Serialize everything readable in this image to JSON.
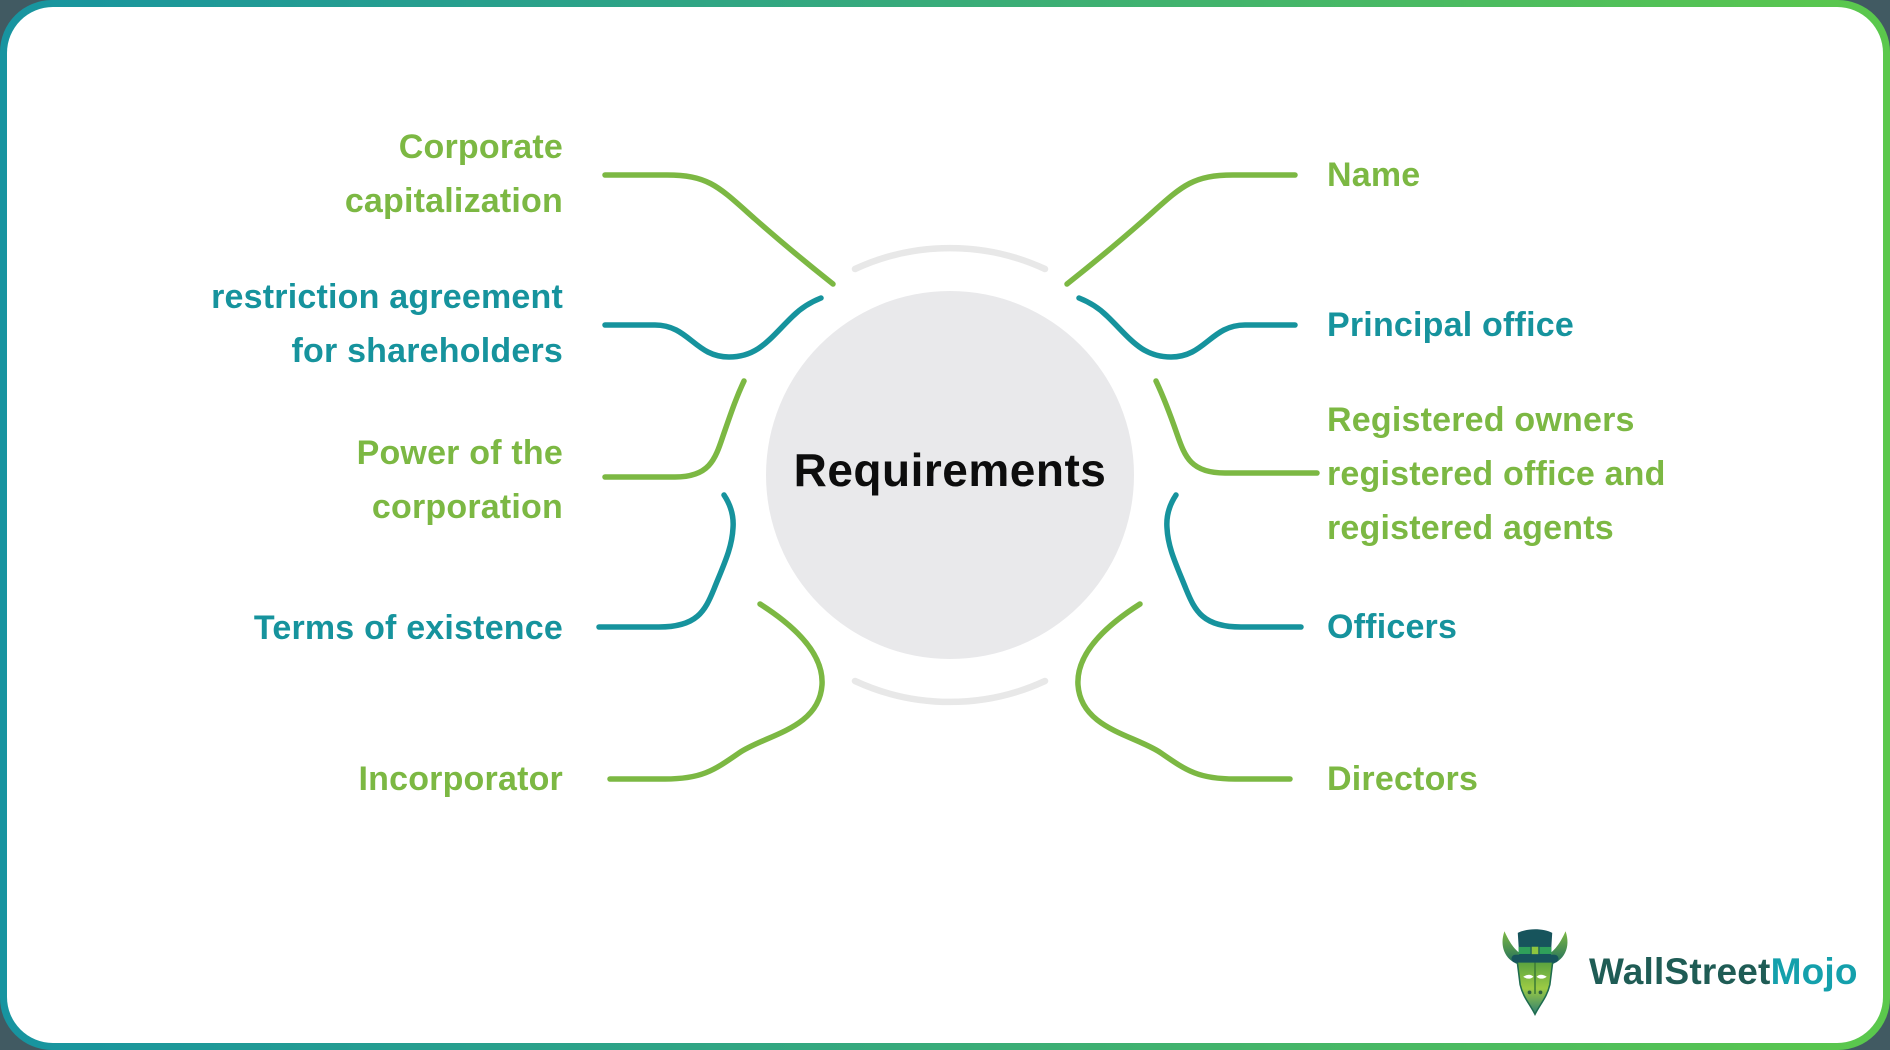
{
  "palette": {
    "outside_bg": "#415A62",
    "card_bg": "#FFFFFF",
    "teal": "#16939D",
    "green": "#7CB843",
    "border_teal": "#1794A0",
    "border_green": "#5BC84C",
    "circle_fill": "#E9E9EB",
    "ring": "#E8E8E8",
    "title_color": "#0D0D0D",
    "logo_dark": "#1F5C55",
    "logo_teal": "#14A0AC"
  },
  "center": {
    "title": "Requirements"
  },
  "left_branches": [
    {
      "label": "Corporate\ncapitalization",
      "color": "green"
    },
    {
      "label": "restriction agreement\nfor shareholders",
      "color": "teal"
    },
    {
      "label": "Power of the\ncorporation",
      "color": "green"
    },
    {
      "label": "Terms of existence",
      "color": "teal"
    },
    {
      "label": "Incorporator",
      "color": "green"
    }
  ],
  "right_branches": [
    {
      "label": "Name",
      "color": "green"
    },
    {
      "label": "Principal office",
      "color": "teal"
    },
    {
      "label": "Registered owners\nregistered office and\nregistered agents",
      "color": "green"
    },
    {
      "label": "Officers",
      "color": "teal"
    },
    {
      "label": "Directors",
      "color": "green"
    }
  ],
  "logo": {
    "brand_primary": "WallStreet",
    "brand_secondary": "Mojo"
  }
}
